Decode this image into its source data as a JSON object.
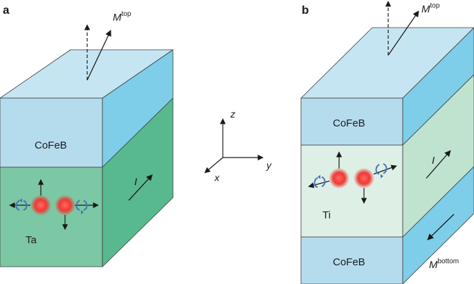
{
  "panel_a": {
    "label": "a",
    "layers": {
      "top": "CoFeB",
      "bottom": "Ta"
    },
    "current": "I",
    "magnetization": {
      "base": "M",
      "sup": "top"
    }
  },
  "panel_b": {
    "label": "b",
    "layers": {
      "top": "CoFeB",
      "middle": "Ti",
      "bottom": "CoFeB"
    },
    "current": "I",
    "magnetization_top": {
      "base": "M",
      "sup": "top"
    },
    "magnetization_bottom": {
      "base": "M",
      "sup": "bottom"
    }
  },
  "axes": {
    "z": "z",
    "x": "x",
    "y": "y"
  },
  "colors": {
    "cofeb_front": "#b4dced",
    "cofeb_top": "#c6e5f2",
    "cofeb_side": "#7ecde9",
    "ta_front": "#7cc7a4",
    "ta_side": "#58b98e",
    "ti_front": "#deefe6",
    "ti_side": "#bfe3cf",
    "spin": "#e8302f"
  }
}
